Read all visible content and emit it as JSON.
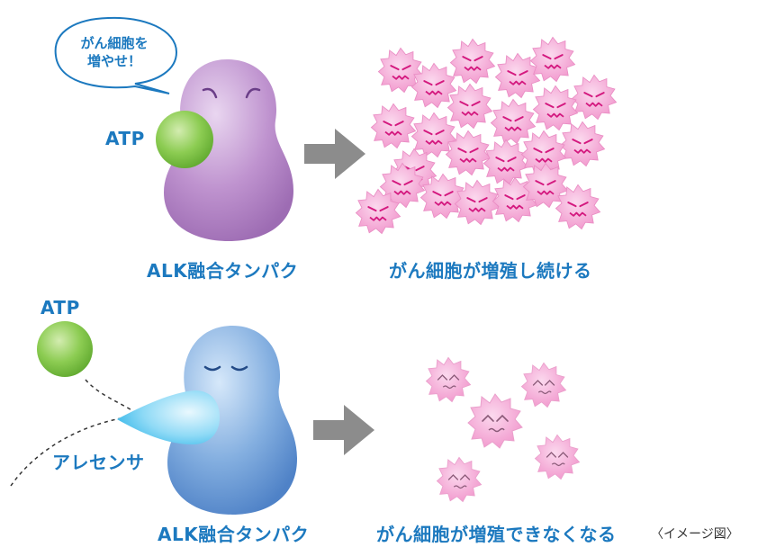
{
  "top": {
    "speech": [
      "がん細胞を",
      "増やせ！"
    ],
    "atp_label": "ATP",
    "protein_label": "ALK融合タンパク",
    "result_label": "がん細胞が増殖し続ける"
  },
  "bottom": {
    "atp_label": "ATP",
    "drug_label": "アレセンサ",
    "protein_label": "ALK融合タンパク",
    "result_label": "がん細胞が増殖できなくなる"
  },
  "caption": "〈イメージ図〉",
  "colors": {
    "label_blue": "#1c79bf",
    "arrow_gray": "#8c8c8c",
    "cell_pink": "#f4a8d6",
    "cell_face": "#d4197f",
    "purple_protein": "#b07fc0",
    "blue_protein": "#6f9fd8",
    "atp_green": "#7fc241",
    "drug_cyan": "#4cc4ef"
  }
}
